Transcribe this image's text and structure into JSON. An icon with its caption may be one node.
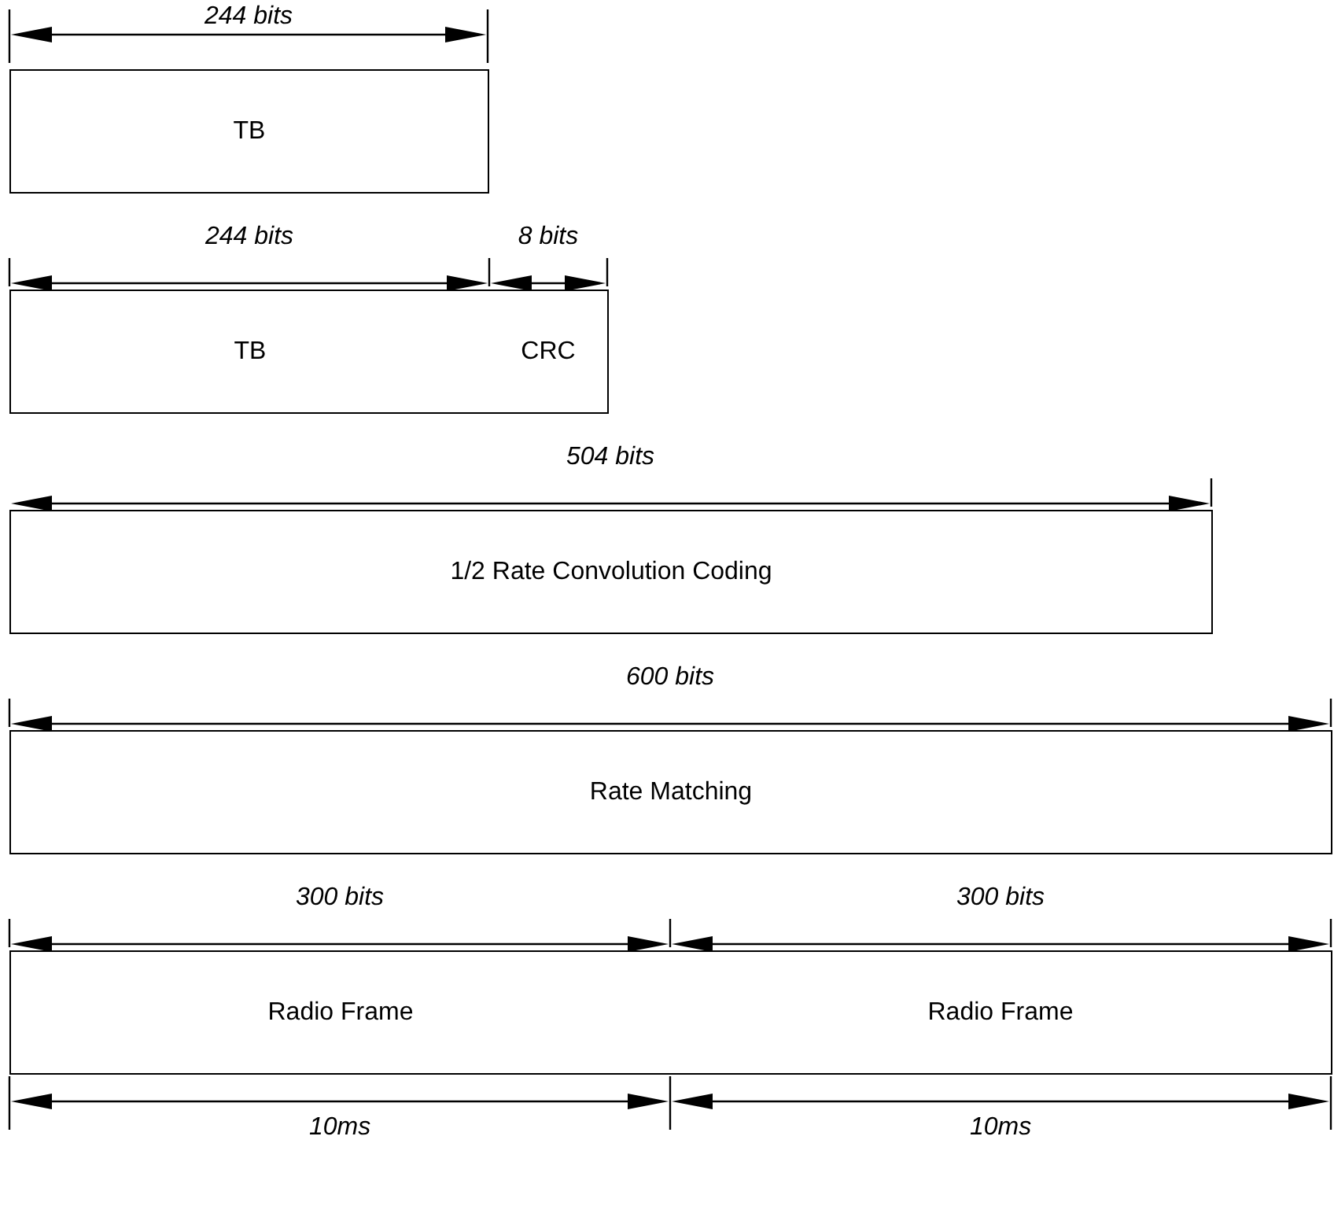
{
  "diagram": {
    "nodes": [
      {
        "text": [
          "TB"
        ]
      },
      {
        "text": [
          "TB"
        ]
      },
      {
        "text": [
          "CRC"
        ]
      },
      {
        "text": [
          "1/2 Rate Convolution Coding"
        ]
      },
      {
        "text": [
          "Rate Matching"
        ]
      },
      {
        "text": [
          "Radio Frame"
        ]
      },
      {
        "text": [
          "Radio Frame"
        ]
      }
    ],
    "labels": [
      "244 bits",
      "244 bits",
      "8 bits",
      "504 bits",
      "600 bits",
      "300 bits",
      "300 bits",
      "10ms",
      "10ms"
    ]
  }
}
